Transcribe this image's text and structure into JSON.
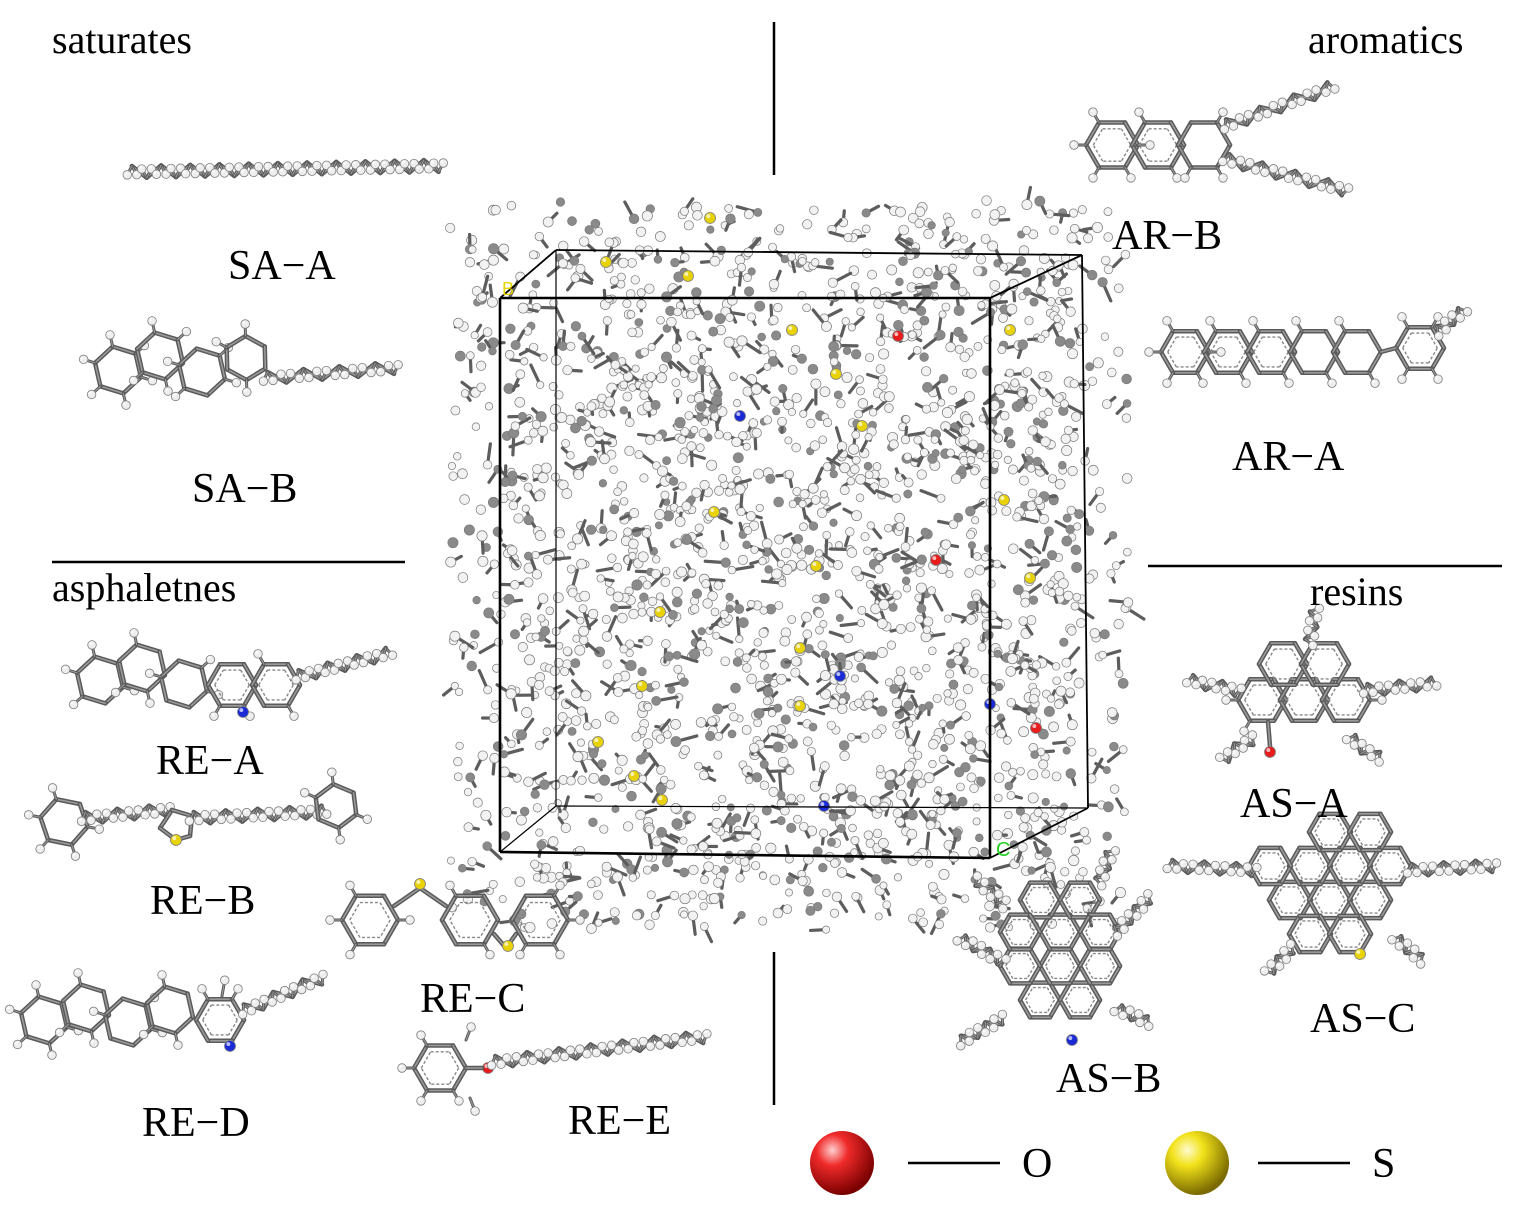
{
  "categories": {
    "saturates": "saturates",
    "aromatics": "aromatics",
    "asphaltenes": "asphaletnes",
    "resins": "resins"
  },
  "molecules": {
    "sa_a": "SA−A",
    "sa_b": "SA−B",
    "ar_b": "AR−B",
    "ar_a": "AR−A",
    "re_a": "RE−A",
    "re_b": "RE−B",
    "re_c": "RE−C",
    "re_d": "RE−D",
    "re_e": "RE−E",
    "as_a": "AS−A",
    "as_b": "AS−B",
    "as_c": "AS−C"
  },
  "box_axes": {
    "b": "B",
    "c": "C"
  },
  "legend": [
    {
      "symbol": "O",
      "color": "#e81c1c"
    },
    {
      "symbol": "S",
      "color": "#e8d20a"
    }
  ],
  "colors": {
    "carbon": "#6e6e6e",
    "hydrogen": "#eeeeee",
    "nitrogen": "#1a2bd6"
  }
}
